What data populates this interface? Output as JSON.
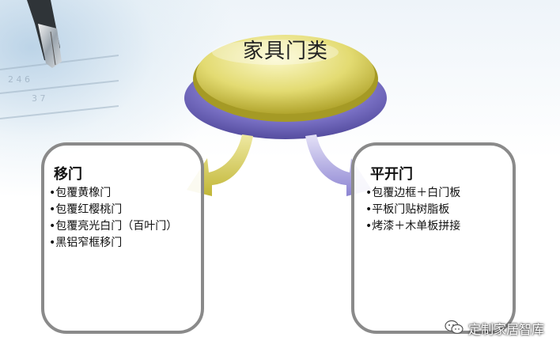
{
  "diagram": {
    "root": {
      "label": "家具门类"
    },
    "branches": [
      {
        "title": "移门",
        "items": [
          "•包覆黄橡门",
          "•包覆红樱桃门",
          "•包覆亮光白门（百叶门）",
          "•黑铝窄框移门"
        ]
      },
      {
        "title": "平开门",
        "items": [
          "•包覆边框＋白门板",
          "•平板门贴树脂板",
          "•烤漆＋木单板拼接"
        ]
      }
    ]
  },
  "watermark": {
    "text": "定制家居智库",
    "icon": "wechat-icon"
  },
  "colors": {
    "disc_gold": "#d8cf5a",
    "disc_purple": "#7d74c8",
    "arrow_gold": "#c8bf3c",
    "arrow_purple": "#8c84d2",
    "box_border": "#8a8a8a"
  }
}
